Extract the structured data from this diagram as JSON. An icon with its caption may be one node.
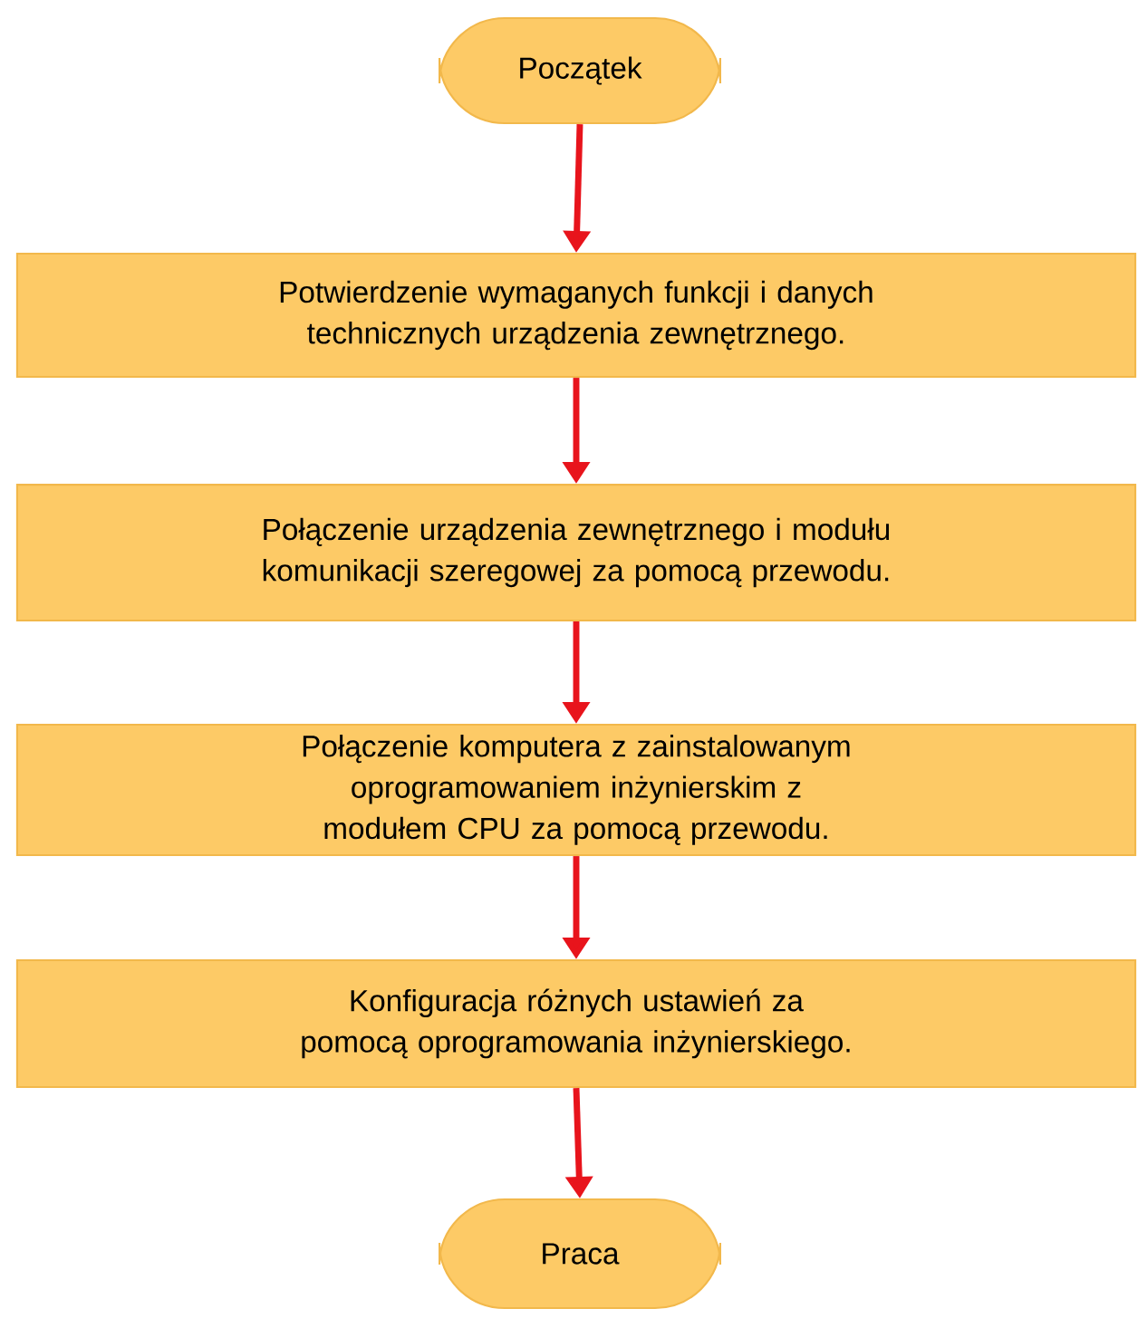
{
  "diagram": {
    "nodes": [
      {
        "text": [
          "Początek"
        ]
      },
      {
        "text": [
          "Potwierdzenie wymaganych funkcji i danych technicznych urządzenia zewnętrznego."
        ]
      },
      {
        "text": [
          "Połączenie urządzenia zewnętrznego i modułu komunikacji szeregowej za pomocą przewodu."
        ]
      },
      {
        "text": [
          "Połączenie komputera z zainstalowanym oprogramowaniem inżynierskim z modułem CPU za pomocą przewodu."
        ]
      },
      {
        "text": [
          "Konfiguracja różnych ustawień za pomocą oprogramowania inżynierskiego."
        ]
      },
      {
        "text": [
          "Praca"
        ]
      }
    ],
    "edges": [
      {
        "from": 0,
        "to": 1,
        "arrow": "to"
      },
      {
        "from": 1,
        "to": 2,
        "arrow": "to"
      },
      {
        "from": 2,
        "to": 3,
        "arrow": "to"
      },
      {
        "from": 3,
        "to": 4,
        "arrow": "to"
      },
      {
        "from": 4,
        "to": 5,
        "arrow": "to"
      }
    ]
  }
}
